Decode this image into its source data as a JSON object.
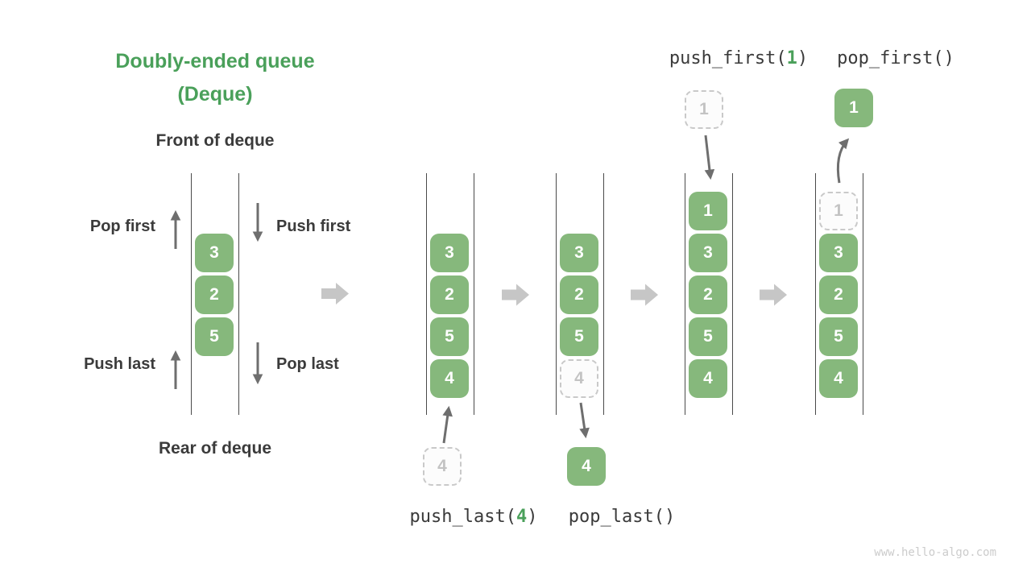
{
  "title": {
    "line1": "Doubly-ended queue",
    "line2": "(Deque)"
  },
  "annotations": {
    "front": "Front of deque",
    "rear": "Rear of deque",
    "pop_first": "Pop first",
    "push_first": "Push first",
    "push_last": "Push last",
    "pop_last": "Pop last"
  },
  "operations": {
    "push_first": {
      "prefix": "push_first(",
      "arg": "1",
      "suffix": ")"
    },
    "pop_first": {
      "label": "pop_first()"
    },
    "push_last": {
      "prefix": "push_last(",
      "arg": "4",
      "suffix": ")"
    },
    "pop_last": {
      "label": "pop_last()"
    }
  },
  "colors": {
    "accent_green": "#4AA05A",
    "cell_green": "#86B87C",
    "label_dark": "#3B3B3B",
    "arrow_gray": "#6E6E6E",
    "block_arrow_gray": "#C6C6C6",
    "dashed_border": "#C9C9C9",
    "dashed_text": "#C3C3C3",
    "line_dark": "#4A4A4A",
    "watermark_gray": "#CCCCCC"
  },
  "deque_states": [
    {
      "id": "deque-demo",
      "cells": [
        {
          "value": "3",
          "row": 1,
          "style": "solid"
        },
        {
          "value": "2",
          "row": 2,
          "style": "solid"
        },
        {
          "value": "5",
          "row": 3,
          "style": "solid"
        }
      ]
    },
    {
      "id": "after-push-last",
      "cells": [
        {
          "value": "3",
          "row": 1,
          "style": "solid"
        },
        {
          "value": "2",
          "row": 2,
          "style": "solid"
        },
        {
          "value": "5",
          "row": 3,
          "style": "solid"
        },
        {
          "value": "4",
          "row": 4,
          "style": "solid"
        }
      ]
    },
    {
      "id": "during-pop-last",
      "cells": [
        {
          "value": "3",
          "row": 1,
          "style": "solid"
        },
        {
          "value": "2",
          "row": 2,
          "style": "solid"
        },
        {
          "value": "5",
          "row": 3,
          "style": "solid"
        },
        {
          "value": "4",
          "row": 4,
          "style": "dashed"
        }
      ]
    },
    {
      "id": "after-push-first",
      "cells": [
        {
          "value": "1",
          "row": 0,
          "style": "solid"
        },
        {
          "value": "3",
          "row": 1,
          "style": "solid"
        },
        {
          "value": "2",
          "row": 2,
          "style": "solid"
        },
        {
          "value": "5",
          "row": 3,
          "style": "solid"
        },
        {
          "value": "4",
          "row": 4,
          "style": "solid"
        }
      ]
    },
    {
      "id": "during-pop-first",
      "cells": [
        {
          "value": "1",
          "row": 0,
          "style": "dashed"
        },
        {
          "value": "3",
          "row": 1,
          "style": "solid"
        },
        {
          "value": "2",
          "row": 2,
          "style": "solid"
        },
        {
          "value": "5",
          "row": 3,
          "style": "solid"
        },
        {
          "value": "4",
          "row": 4,
          "style": "solid"
        }
      ]
    }
  ],
  "floating_cells": {
    "push_last_incoming": {
      "value": "4",
      "style": "dashed"
    },
    "pop_last_outgoing": {
      "value": "4",
      "style": "solid"
    },
    "push_first_incoming": {
      "value": "1",
      "style": "dashed"
    },
    "pop_first_outgoing": {
      "value": "1",
      "style": "solid"
    }
  },
  "watermark": "www.hello-algo.com"
}
